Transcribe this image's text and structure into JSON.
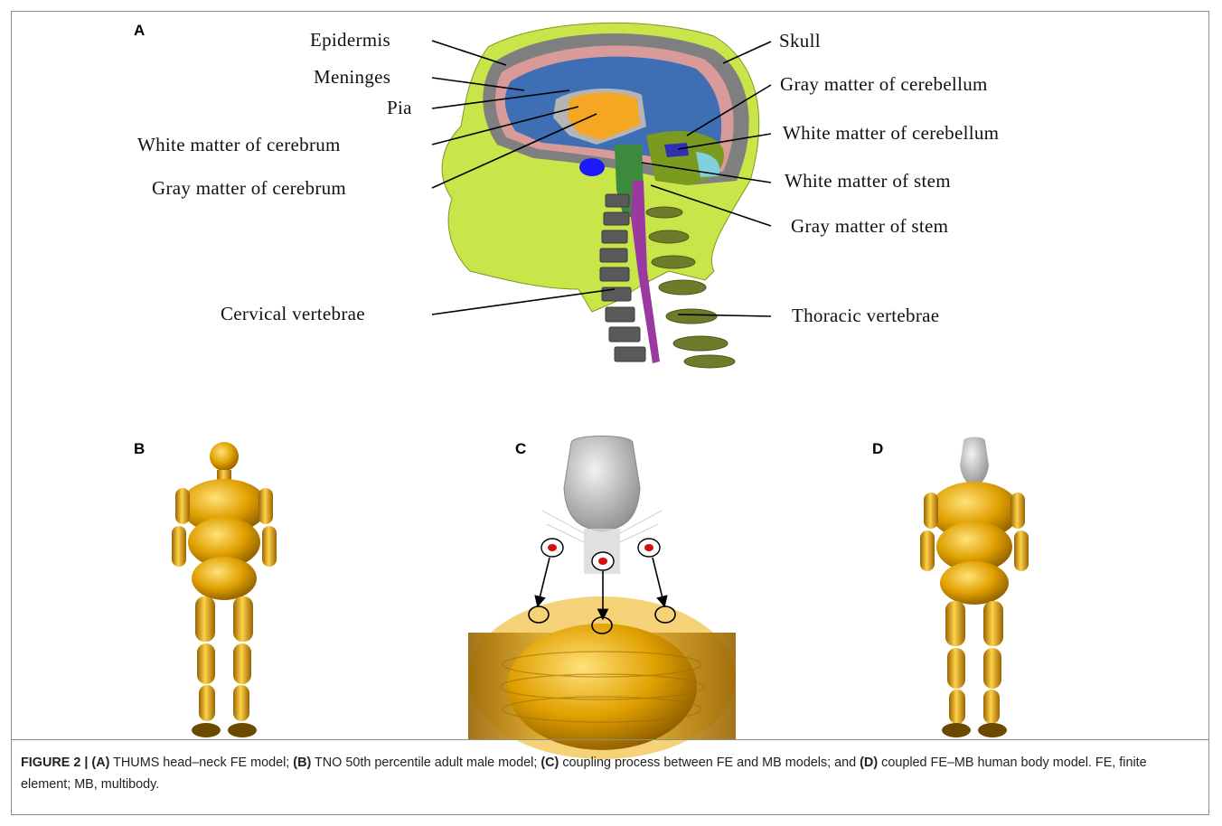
{
  "figure": {
    "panel_letters": {
      "a": "A",
      "b": "B",
      "c": "C",
      "d": "D"
    },
    "labels_left": {
      "epidermis": "Epidermis",
      "meninges": "Meninges",
      "pia": "Pia",
      "white_matter_cerebrum": "White matter of cerebrum",
      "gray_matter_cerebrum": "Gray matter of cerebrum",
      "cervical_vertebrae": "Cervical vertebrae"
    },
    "labels_right": {
      "skull": "Skull",
      "gray_matter_cerebellum": "Gray matter of cerebellum",
      "white_matter_cerebellum": "White matter of cerebellum",
      "white_matter_stem": "White matter of stem",
      "gray_matter_stem": "Gray matter of stem",
      "thoracic_vertebrae": "Thoracic vertebrae"
    },
    "colors": {
      "skin": "#c8e64a",
      "skull": "#7f7f7f",
      "brain": "#3e6fb5",
      "white_matter": "#f5a623",
      "spine": "#5a5a5a",
      "cord": "#9a3aa0",
      "body_gold": "#e0a000",
      "head_gray": "#bdbdbd",
      "marker_red": "#d01010"
    }
  },
  "caption": {
    "figure_label": "FIGURE 2 |",
    "a_tag": "(A)",
    "a_text": " THUMS head–neck FE model; ",
    "b_tag": "(B)",
    "b_text": " TNO 50th percentile adult male model; ",
    "c_tag": "(C)",
    "c_text": " coupling process between FE and MB models; and ",
    "d_tag": "(D)",
    "d_text": " coupled FE–MB human body model. FE, finite element; MB, multibody."
  }
}
